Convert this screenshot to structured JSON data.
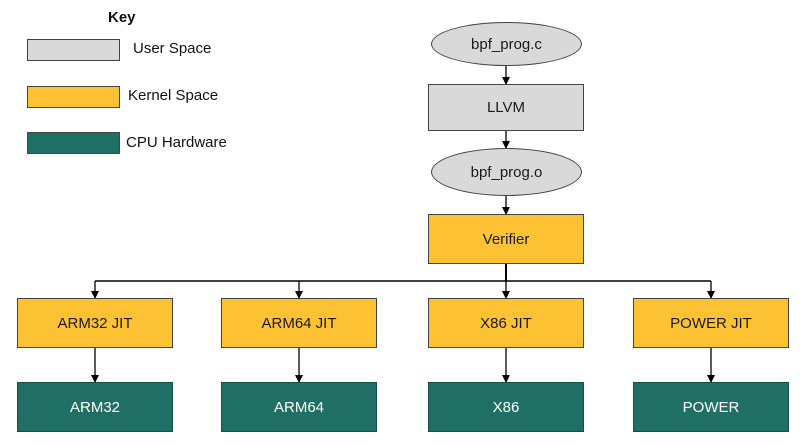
{
  "key": {
    "title": "Key",
    "items": [
      {
        "label": "User Space",
        "color": "#d9d9d9"
      },
      {
        "label": "Kernel Space",
        "color": "#fdc233"
      },
      {
        "label": "CPU Hardware",
        "color": "#1f6f64"
      }
    ]
  },
  "flow": {
    "source": "bpf_prog.c",
    "compiler": "LLVM",
    "object": "bpf_prog.o",
    "verifier": "Verifier"
  },
  "jits": [
    {
      "jit": "ARM32 JIT",
      "cpu": "ARM32"
    },
    {
      "jit": "ARM64 JIT",
      "cpu": "ARM64"
    },
    {
      "jit": "X86 JIT",
      "cpu": "X86"
    },
    {
      "jit": "POWER JIT",
      "cpu": "POWER"
    }
  ],
  "colors": {
    "user": "#d9d9d9",
    "kernel": "#fdc233",
    "cpu": "#1f6f64",
    "line": "#000000"
  }
}
